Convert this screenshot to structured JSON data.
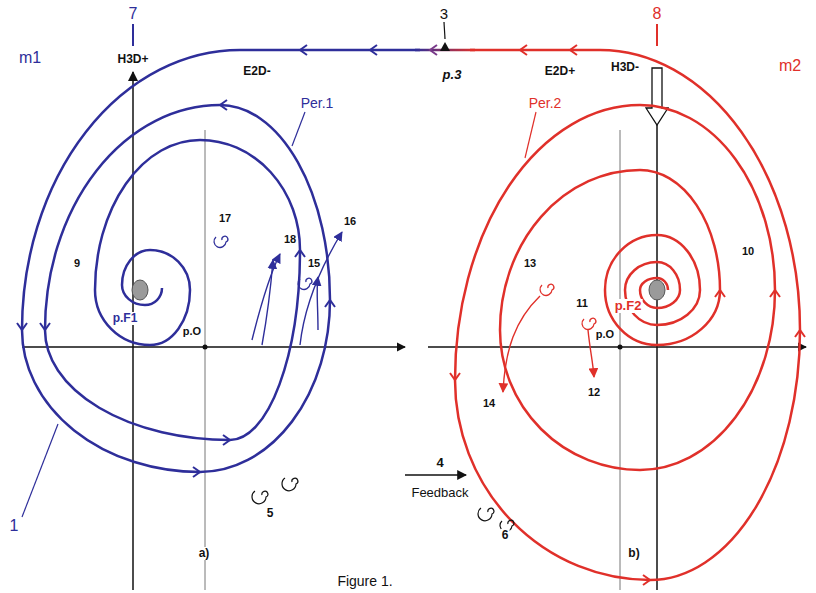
{
  "diagram": {
    "caption": "Figure 1.",
    "labels": [
      "7",
      "3",
      "8",
      "m1",
      "H3D+",
      "H3D-",
      "m2",
      "E2D-",
      "p.3",
      "E2D+",
      "Per.1",
      "Per.2",
      "17",
      "16",
      "18",
      "10",
      "9",
      "15",
      "13",
      "p.F1",
      "p.O",
      "11",
      "p.F2",
      "p.O",
      "12",
      "14",
      "4",
      "Feedback",
      "5",
      "1",
      "6",
      "a)",
      "b)"
    ]
  }
}
